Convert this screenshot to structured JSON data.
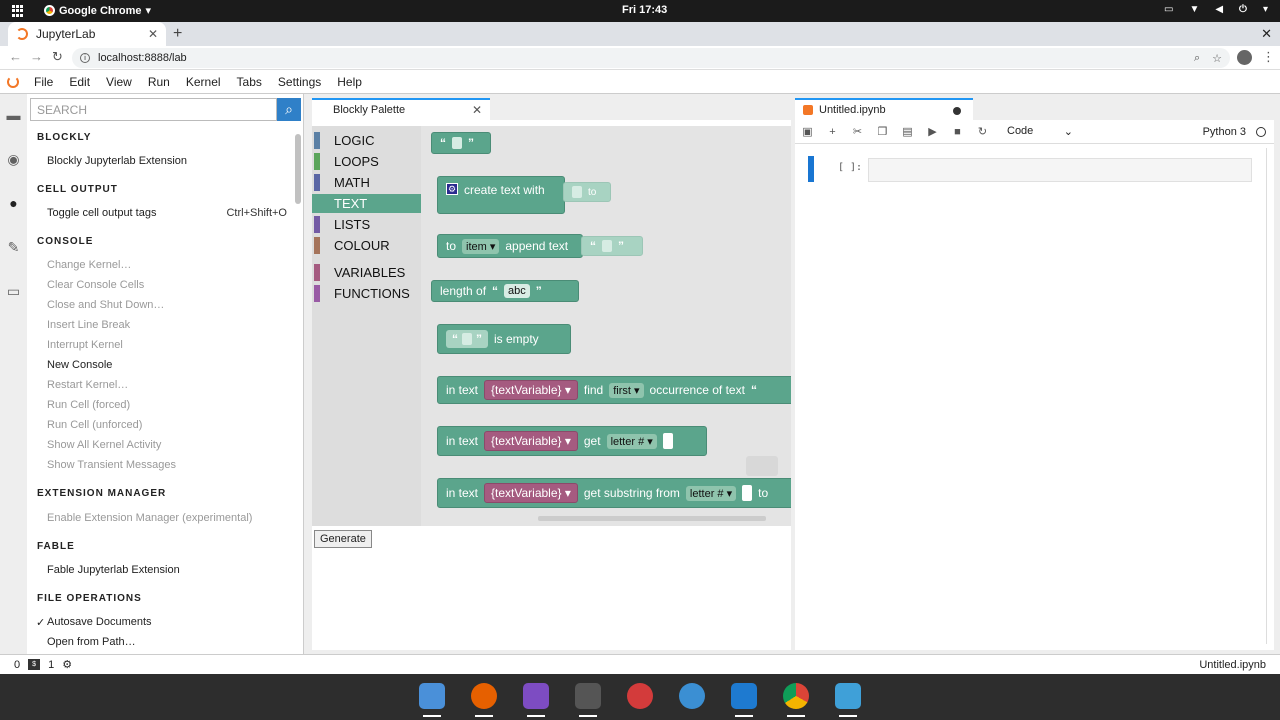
{
  "os": {
    "app_menu": "Google Chrome",
    "clock": "Fri 17:43"
  },
  "browser": {
    "tab_title": "JupyterLab",
    "url": "localhost:8888/lab"
  },
  "menubar": [
    "File",
    "Edit",
    "View",
    "Run",
    "Kernel",
    "Tabs",
    "Settings",
    "Help"
  ],
  "palette": {
    "search_placeholder": "SEARCH",
    "sections": [
      {
        "title": "BLOCKLY",
        "items": [
          {
            "label": "Blockly Jupyterlab Extension",
            "enabled": true
          }
        ]
      },
      {
        "title": "CELL OUTPUT",
        "items": [
          {
            "label": "Toggle cell output tags",
            "shortcut": "Ctrl+Shift+O",
            "enabled": true
          }
        ]
      },
      {
        "title": "CONSOLE",
        "items": [
          {
            "label": "Change Kernel…",
            "enabled": false
          },
          {
            "label": "Clear Console Cells",
            "enabled": false
          },
          {
            "label": "Close and Shut Down…",
            "enabled": false
          },
          {
            "label": "Insert Line Break",
            "enabled": false
          },
          {
            "label": "Interrupt Kernel",
            "enabled": false
          },
          {
            "label": "New Console",
            "enabled": true
          },
          {
            "label": "Restart Kernel…",
            "enabled": false
          },
          {
            "label": "Run Cell (forced)",
            "enabled": false
          },
          {
            "label": "Run Cell (unforced)",
            "enabled": false
          },
          {
            "label": "Show All Kernel Activity",
            "enabled": false
          },
          {
            "label": "Show Transient Messages",
            "enabled": false
          }
        ]
      },
      {
        "title": "EXTENSION MANAGER",
        "items": [
          {
            "label": "Enable Extension Manager (experimental)",
            "enabled": false
          }
        ]
      },
      {
        "title": "FABLE",
        "items": [
          {
            "label": "Fable Jupyterlab Extension",
            "enabled": true
          }
        ]
      },
      {
        "title": "FILE OPERATIONS",
        "items": [
          {
            "label": "Autosave Documents",
            "enabled": true,
            "checked": true
          },
          {
            "label": "Open from Path…",
            "enabled": true
          }
        ]
      }
    ]
  },
  "blockly": {
    "tab_title": "Blockly Palette",
    "toolbox": [
      {
        "label": "LOGIC",
        "color": "#5b80a5"
      },
      {
        "label": "LOOPS",
        "color": "#5ba55b"
      },
      {
        "label": "MATH",
        "color": "#5b67a5"
      },
      {
        "label": "TEXT",
        "color": "#5ba58c",
        "selected": true
      },
      {
        "label": "LISTS",
        "color": "#745ba5"
      },
      {
        "label": "COLOUR",
        "color": "#a5745b"
      },
      {
        "label": "VARIABLES",
        "color": "#a55b80"
      },
      {
        "label": "FUNCTIONS",
        "color": "#995ba5"
      }
    ],
    "blocks": {
      "create_text_with": "create text with",
      "to_label": "to",
      "item_var": "item",
      "append_text": "append text",
      "length_of": "length of",
      "abc": "abc",
      "is_empty": "is empty",
      "in_text": "in text",
      "text_variable": "{textVariable}",
      "find": "find",
      "first": "first",
      "occurrence": "occurrence of text",
      "get": "get",
      "letter_num": "letter #",
      "get_substring": "get substring from",
      "to_trunc": "to"
    },
    "generate_label": "Generate"
  },
  "notebook": {
    "tab_title": "Untitled.ipynb",
    "cell_type": "Code",
    "kernel": "Python 3",
    "prompt": "[ ]:"
  },
  "status": {
    "left_count": "0",
    "terminals": "1",
    "right_file": "Untitled.ipynb"
  },
  "dock": [
    {
      "name": "mail",
      "color": "#4a90d9"
    },
    {
      "name": "firefox",
      "color": "#e66000"
    },
    {
      "name": "files",
      "color": "#7d4cc2"
    },
    {
      "name": "terminal",
      "color": "#555555"
    },
    {
      "name": "timeshift",
      "color": "#d33b3b"
    },
    {
      "name": "sync",
      "color": "#3b8fd3"
    },
    {
      "name": "vscode",
      "color": "#1e7ad0"
    },
    {
      "name": "chrome",
      "color": "#e0e0e0"
    },
    {
      "name": "quote-app",
      "color": "#3fa0d8"
    }
  ]
}
